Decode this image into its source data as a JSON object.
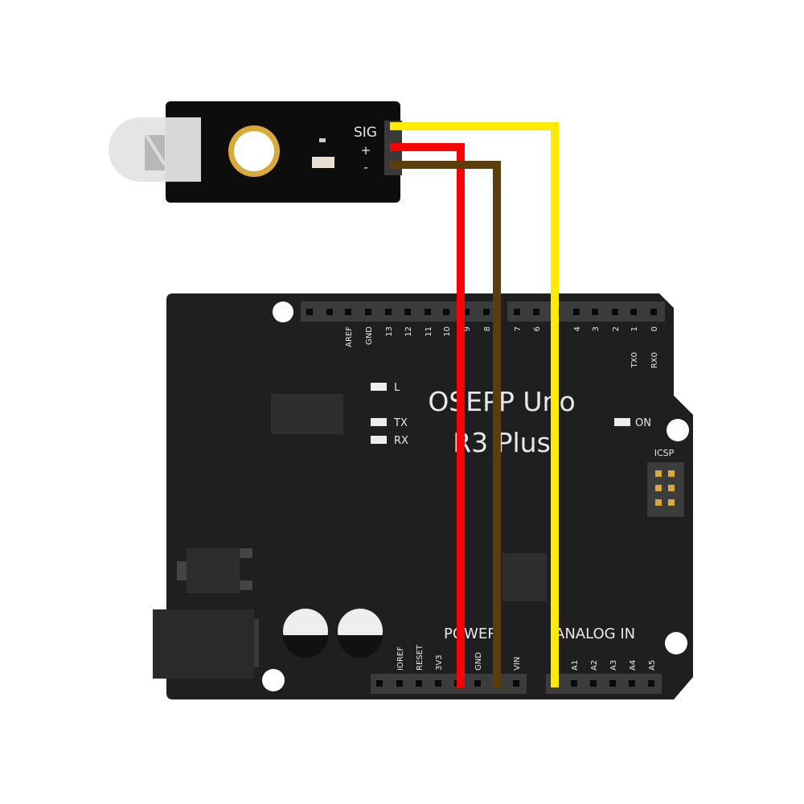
{
  "sensor": {
    "pin_labels": [
      "SIG",
      "+",
      "-"
    ]
  },
  "board": {
    "title_line1": "OSEPP Uno",
    "title_line2": "R3 Plus",
    "led_labels": {
      "l": "L",
      "tx": "TX",
      "rx": "RX",
      "on": "ON"
    },
    "icsp_label": "ICSP",
    "power_label": "POWER",
    "analog_label": "ANALOG IN",
    "top_header_labels": [
      "",
      "",
      "AREF",
      "GND",
      "13",
      "12",
      "11",
      "10",
      "9",
      "8",
      "7",
      "6",
      "",
      "4",
      "3",
      "2",
      "1",
      "0"
    ],
    "tx_rx_labels": [
      "TX0",
      "RX0"
    ],
    "bottom_header_labels": [
      "",
      "IOREF",
      "RESET",
      "3V3",
      "",
      "GND",
      "",
      "VIN",
      "",
      "A1",
      "A2",
      "A3",
      "A4",
      "A5"
    ]
  },
  "wires": [
    {
      "name": "signal",
      "color": "#ffea00",
      "from": "SIG",
      "to": "A0"
    },
    {
      "name": "power",
      "color": "#ff0000",
      "from": "+",
      "to": "5V"
    },
    {
      "name": "ground",
      "color": "#5a3f0c",
      "from": "-",
      "to": "GND"
    }
  ],
  "colors": {
    "board": "#1e1e1e",
    "header": "#3c3c3c",
    "pad_gold": "#d9a93b"
  }
}
